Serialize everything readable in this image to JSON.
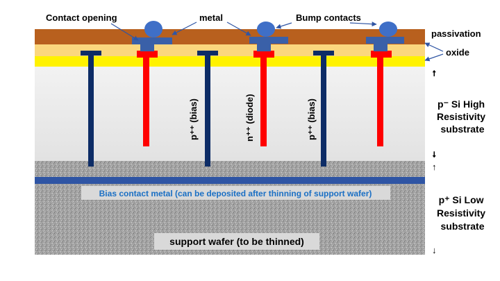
{
  "labels": {
    "contact_opening": "Contact opening",
    "metal": "metal",
    "bump_contacts": "Bump contacts",
    "passivation": "passivation",
    "oxide": "oxide",
    "high_res": [
      "p⁻ Si High",
      "Resistivity",
      "substrate"
    ],
    "low_res": [
      "p⁺ Si Low",
      "Resistivity",
      "substrate"
    ],
    "bias_contact": "Bias contact metal (can be deposited after thinning of support wafer)",
    "support_wafer": "support wafer (to be thinned)",
    "pillar_bias": "p⁺⁺ (bias)",
    "pillar_diode": "n⁺⁺ (diode)"
  },
  "colors": {
    "passivation": "#b8601e",
    "oxide_light": "#fbd77e",
    "oxide_bright": "#fff200",
    "substrate": "#ebebeb",
    "low_res": "#9c9c9c",
    "bias_metal": "#2f55a4",
    "bias_pillar": "#0d2c66",
    "diode_pillar": "#ff0000",
    "metal_pad": "#3a60a8",
    "bump": "#3f6fc7",
    "bias_text": "#1a6fc4",
    "diode_text": "#ff0000"
  }
}
